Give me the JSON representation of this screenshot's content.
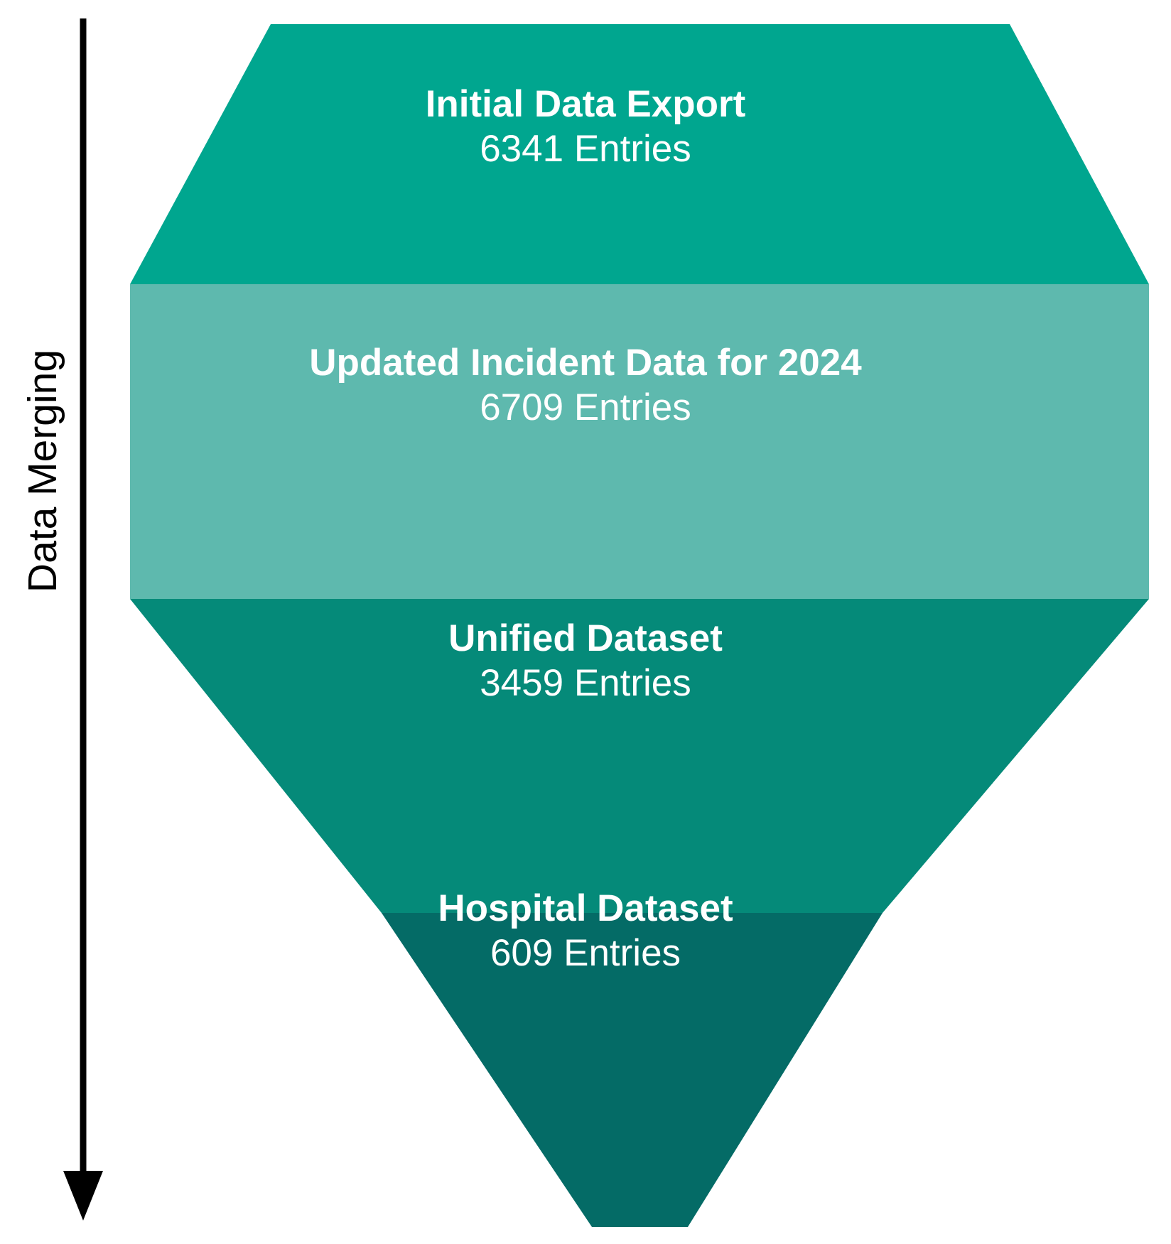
{
  "axis": {
    "label": "Data Merging",
    "arrow_icon": "down-arrow-icon",
    "arrow_color": "#000000"
  },
  "funnel": {
    "title": "",
    "stages": [
      {
        "id": "initial-data-export",
        "title": "Initial Data Export",
        "value_label": "6341 Entries",
        "entries": 6341,
        "color": "#00a68f"
      },
      {
        "id": "updated-incident-data-2024",
        "title": "Updated Incident Data for 2024",
        "value_label": "6709 Entries",
        "entries": 6709,
        "color": "#5eb9ae"
      },
      {
        "id": "unified-dataset",
        "title": "Unified Dataset",
        "value_label": "3459 Entries",
        "entries": 3459,
        "color": "#058a79"
      },
      {
        "id": "hospital-dataset",
        "title": "Hospital Dataset",
        "value_label": "609 Entries",
        "entries": 609,
        "color": "#046b66"
      }
    ]
  },
  "chart_data": {
    "type": "funnel",
    "title": "",
    "categories": [
      "Initial Data Export",
      "Updated Incident Data for 2024",
      "Unified Dataset",
      "Hospital Dataset"
    ],
    "values": [
      6341,
      6709,
      3459,
      609
    ],
    "value_suffix": "Entries",
    "colors": [
      "#00a68f",
      "#5eb9ae",
      "#058a79",
      "#046b66"
    ],
    "axis_label": "Data Merging",
    "axis_direction": "top-to-bottom",
    "legend": "none",
    "grid": false
  }
}
